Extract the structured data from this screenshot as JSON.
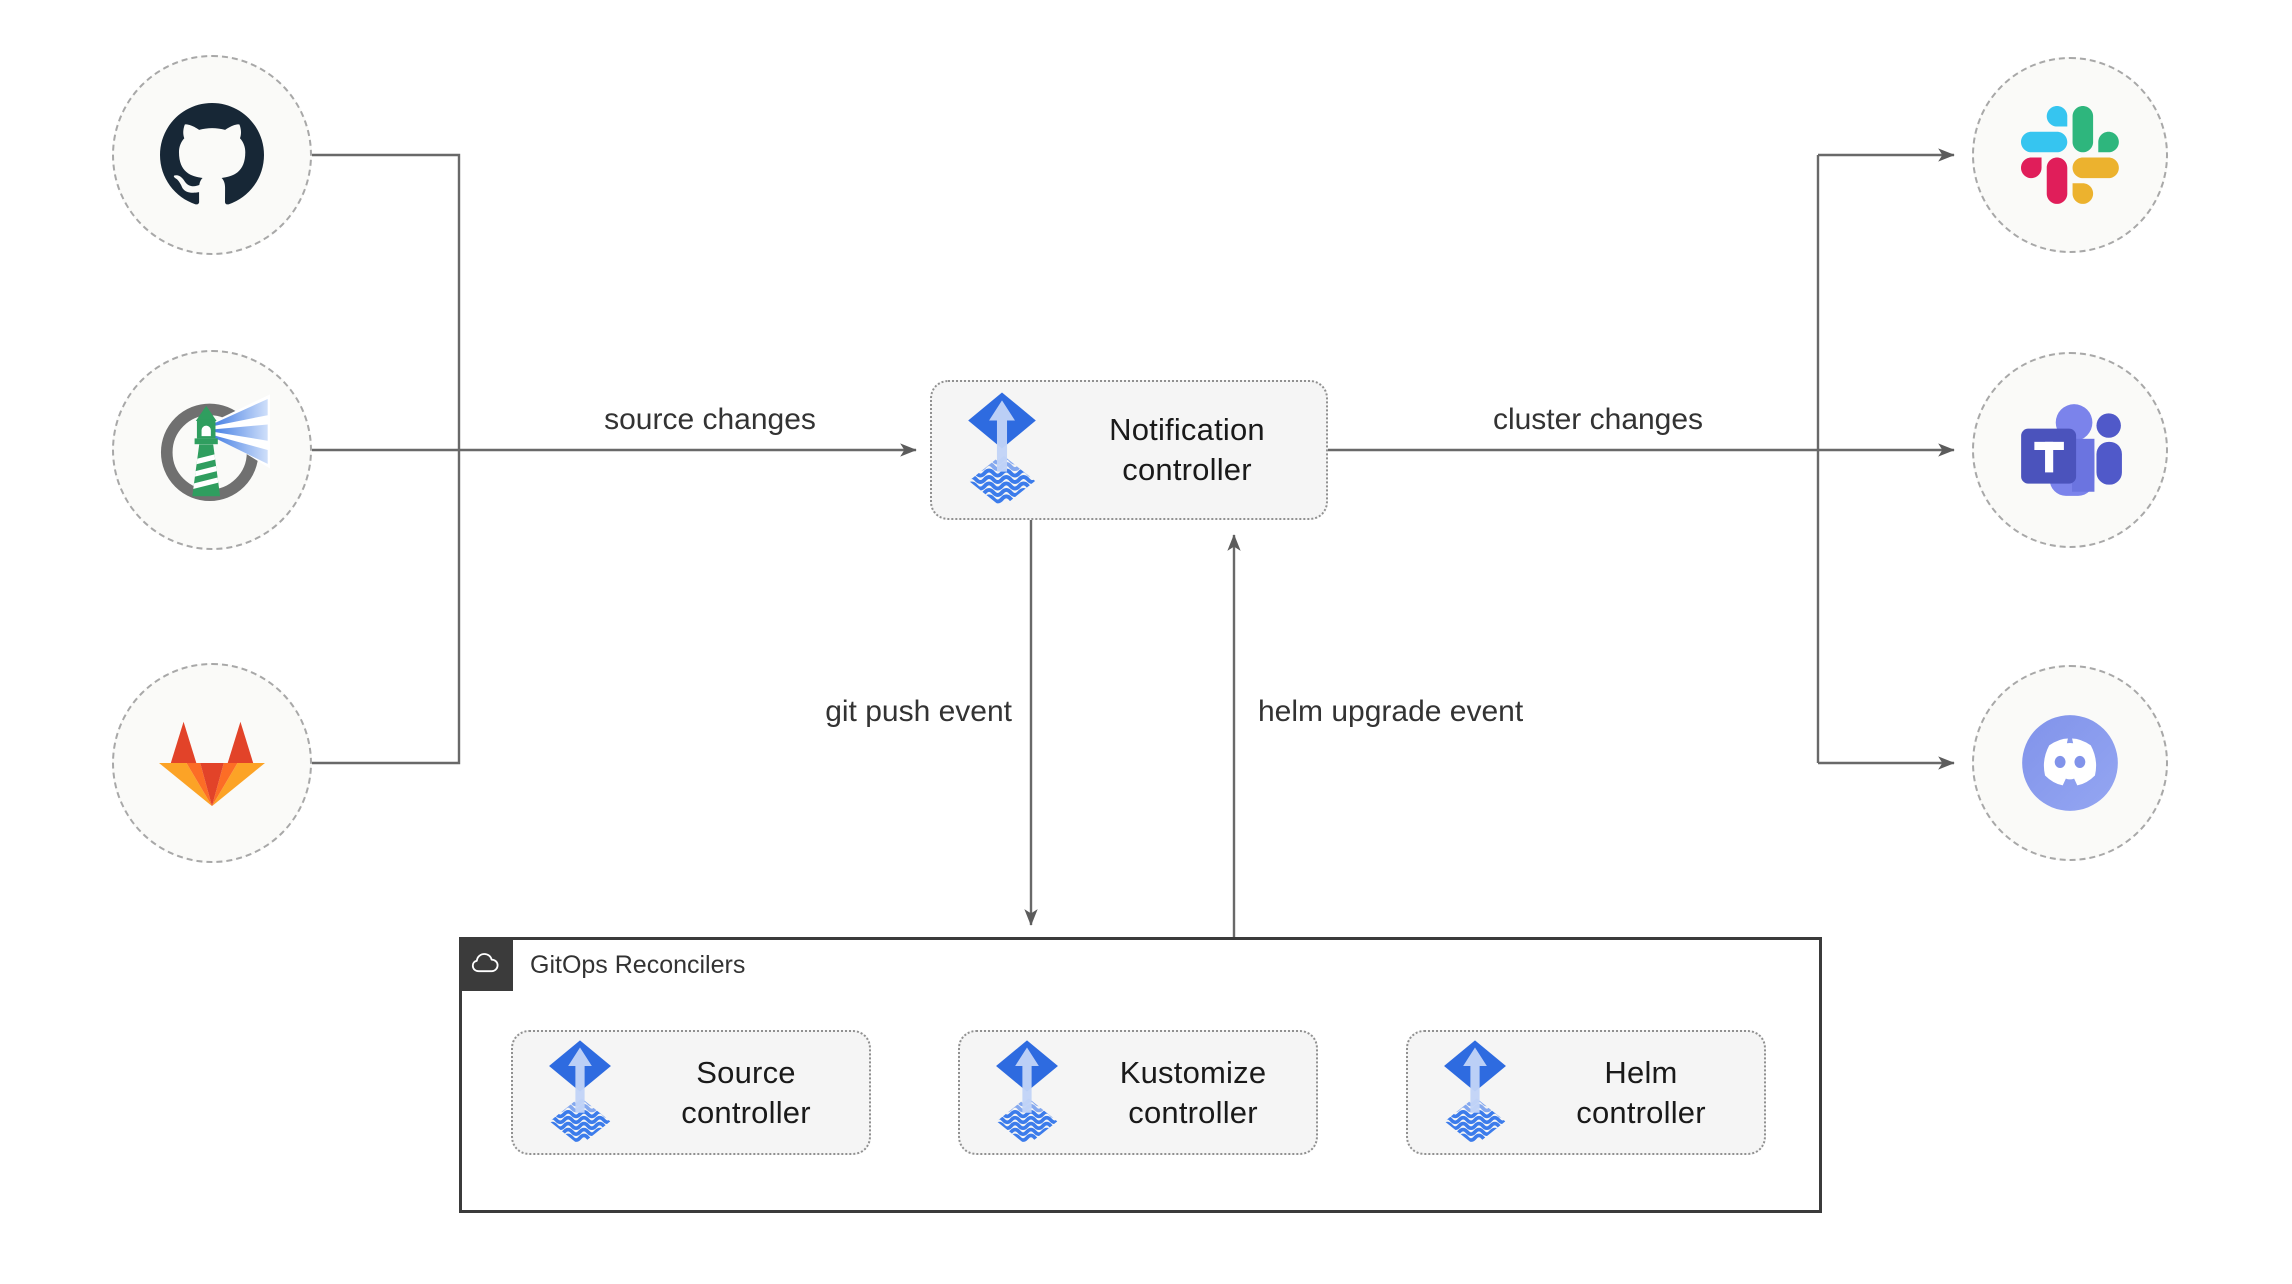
{
  "diagram": {
    "sources": [
      {
        "id": "github",
        "icon": "github-icon"
      },
      {
        "id": "harbor",
        "icon": "harbor-lighthouse-icon"
      },
      {
        "id": "gitlab",
        "icon": "gitlab-icon"
      }
    ],
    "center": {
      "label": "Notification controller",
      "icon": "flux-icon"
    },
    "targets": [
      {
        "id": "slack",
        "icon": "slack-icon"
      },
      {
        "id": "teams",
        "icon": "microsoft-teams-icon"
      },
      {
        "id": "discord",
        "icon": "discord-icon"
      }
    ],
    "edges": {
      "source_changes": "source changes",
      "cluster_changes": "cluster changes",
      "git_push_event": "git push event",
      "helm_upgrade_event": "helm upgrade event"
    },
    "reconcilers": {
      "label": "GitOps Reconcilers",
      "icon": "cloud-icon",
      "boxes": [
        {
          "label": "Source controller",
          "icon": "flux-icon"
        },
        {
          "label": "Kustomize controller",
          "icon": "flux-icon"
        },
        {
          "label": "Helm controller",
          "icon": "flux-icon"
        }
      ]
    },
    "colors": {
      "line": "#696969",
      "arrow": "#5c5c5c",
      "edge_label_text": "#333333",
      "box_text": "#1a1a1a",
      "box_fill": "#f5f5f5",
      "box_border": "#909090",
      "circle_fill": "#fafaf8",
      "circle_border": "#a8a8a8",
      "container_border": "#3b3b3b",
      "badge_bg": "#3b3b3b",
      "flux_blue": "#2e6be0",
      "flux_wave": "#3c7ceb",
      "flux_arrow": "#c2d3f7",
      "github_dark": "#172736",
      "gitlab_red": "#e24329",
      "gitlab_orange": "#fc6d26",
      "gitlab_yellow": "#fca326",
      "harbor_green": "#2f9e5f",
      "harbor_gray": "#707070",
      "harbor_beam": "#2f6fe0",
      "slack_blue": "#36c5f0",
      "slack_green": "#2eb67d",
      "slack_yellow": "#ecb22e",
      "slack_red": "#e01e5a",
      "teams_purple": "#7b83eb",
      "teams_dark": "#5059c9",
      "teams_square": "#4b53bc",
      "discord_blurple": "#8193ea"
    }
  }
}
